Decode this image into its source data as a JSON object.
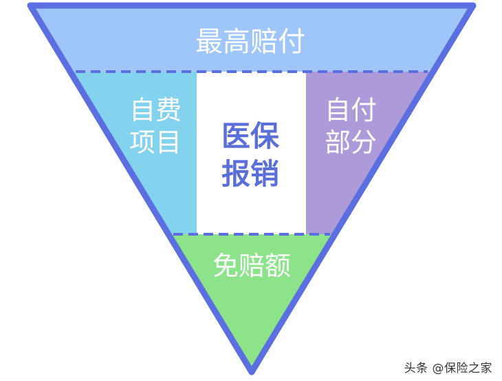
{
  "sections": {
    "top": {
      "label": "最高赔付",
      "color": "#9fc6fb",
      "text_color": "#ffffff"
    },
    "left": {
      "line1": "自费",
      "line2": "项目",
      "color": "#83d2ee",
      "text_color": "#ffffff"
    },
    "center": {
      "line1": "医保",
      "line2": "报销",
      "color": "#ffffff",
      "text_color": "#5b6fd8"
    },
    "right": {
      "line1": "自付",
      "line2": "部分",
      "color": "#ac9ad9",
      "text_color": "#ffffff"
    },
    "bottom": {
      "label": "免赔额",
      "color": "#8ce38a",
      "text_color": "#ffffff"
    }
  },
  "outline_color": "#5b6fe0",
  "watermark": "头条 @保险之家"
}
